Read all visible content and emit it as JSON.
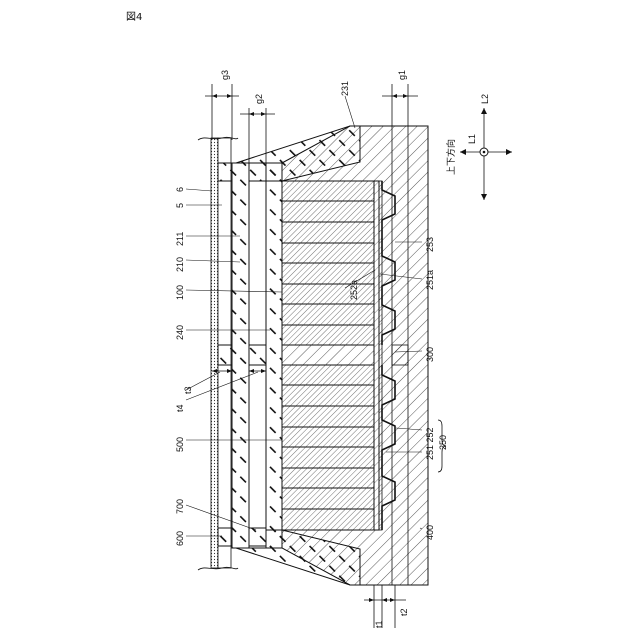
{
  "figure": {
    "title": "図4"
  },
  "labels": {
    "g3": "g3",
    "g2": "g2",
    "g1": "g1",
    "n231": "231",
    "L2": "L2",
    "L1": "L1",
    "direction": "上下方向",
    "n6": "6",
    "n5": "5",
    "n211": "211",
    "n210": "210",
    "n100": "100",
    "n240": "240",
    "t3": "t3",
    "t4": "t4",
    "n500": "500",
    "n700": "700",
    "n600": "600",
    "n253": "253",
    "n252a": "252a",
    "n251a": "251a",
    "n300": "300",
    "n251_252": "251 252",
    "n250": "250",
    "n400": "400",
    "t1": "t1",
    "t2": "t2"
  }
}
